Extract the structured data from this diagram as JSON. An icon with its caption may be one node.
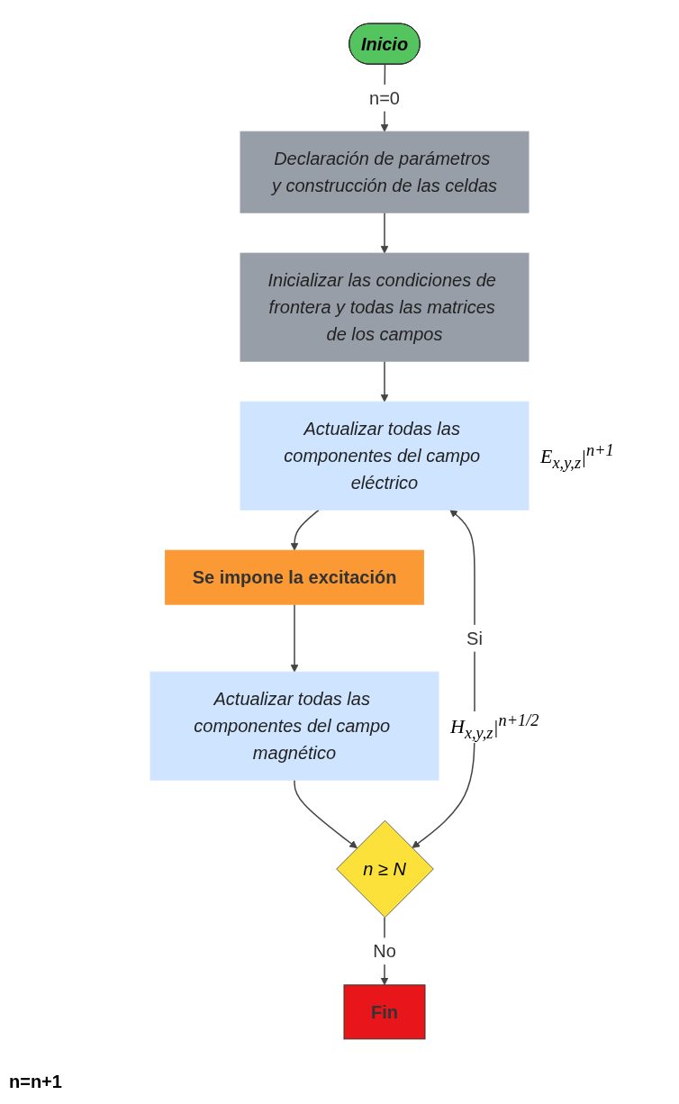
{
  "diagram": {
    "nodes": [
      {
        "text": [
          "Inicio"
        ]
      },
      {
        "text": [
          "Declaración de parámetros y construcción de las celdas"
        ]
      },
      {
        "text": [
          "Inicializar las condiciones de frontera y todas las matrices de los campos"
        ]
      },
      {
        "text": [
          "Actualizar todas las componentes del campo eléctrico"
        ],
        "beside": [
          "E$_{x,y,z}$|$^{n+1}$"
        ]
      },
      {
        "text": [
          "Se impone la excitación"
        ]
      },
      {
        "text": [
          "Actualizar todas las componentes del campo magnético"
        ],
        "beside": [
          "H$_{x,y,z}$|$^{n+1/2}$"
        ]
      },
      {
        "text": [
          "n ≥ N"
        ]
      },
      {
        "text": [
          "Fin"
        ]
      }
    ],
    "edges": [
      {
        "from": 0,
        "to": 1,
        "arrow": "to",
        "label": "n=0"
      },
      {
        "from": 1,
        "to": 2,
        "arrow": "to"
      },
      {
        "from": 2,
        "to": 3,
        "arrow": "to"
      },
      {
        "from": 3,
        "to": 4,
        "arrow": "to"
      },
      {
        "from": 4,
        "to": 5,
        "arrow": "to"
      },
      {
        "from": 5,
        "to": 6,
        "arrow": "to"
      },
      {
        "from": 6,
        "to": 3,
        "arrow": "both",
        "label": "Si"
      },
      {
        "from": 6,
        "to": 7,
        "arrow": "to",
        "label": "No"
      }
    ],
    "labels": [
      "n=n+1"
    ]
  }
}
